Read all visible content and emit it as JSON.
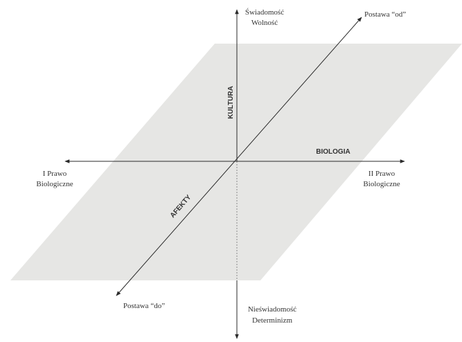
{
  "colors": {
    "plane": "#e6e6e4",
    "axis": "#2a2a2a",
    "text": "#333333"
  },
  "labels": {
    "top_line1": "Świadomość",
    "top_line2": "Wolność",
    "top_right": "Postawa “od”",
    "axis_vertical_upper": "KULTURA",
    "axis_horizontal_right": "BIOLOGIA",
    "axis_diagonal_lower": "AFEKTY",
    "left_line1": "I Prawo",
    "left_line2": "Biologiczne",
    "right_line1": "II Prawo",
    "right_line2": "Biologiczne",
    "bottom_left": "Postawa “do”",
    "bottom_line1": "Nieświadomość",
    "bottom_line2": "Determinizm"
  }
}
